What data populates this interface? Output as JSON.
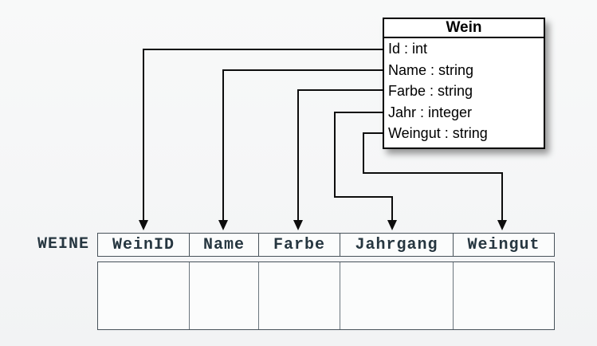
{
  "class_box": {
    "title": "Wein",
    "attributes": [
      "Id : int",
      "Name : string",
      "Farbe : string",
      "Jahr : integer",
      "Weingut : string"
    ]
  },
  "table": {
    "label": "WEINE",
    "columns": [
      "WeinID",
      "Name",
      "Farbe",
      "Jahrgang",
      "Weingut"
    ],
    "rows": [
      [
        "",
        "",
        "",
        "",
        ""
      ]
    ]
  },
  "mappings": [
    {
      "from": "Id",
      "to": "WeinID"
    },
    {
      "from": "Name",
      "to": "Name"
    },
    {
      "from": "Farbe",
      "to": "Farbe"
    },
    {
      "from": "Jahr",
      "to": "Jahrgang"
    },
    {
      "from": "Weingut",
      "to": "Weingut"
    }
  ],
  "colors": {
    "background": "#f5f6f7",
    "box_fill": "#ffffff",
    "box_border": "#000000",
    "arrow": "#0d0d0d",
    "table_border": "#47525a",
    "table_text": "#263640",
    "cell_fill": "#fbfcfc"
  }
}
